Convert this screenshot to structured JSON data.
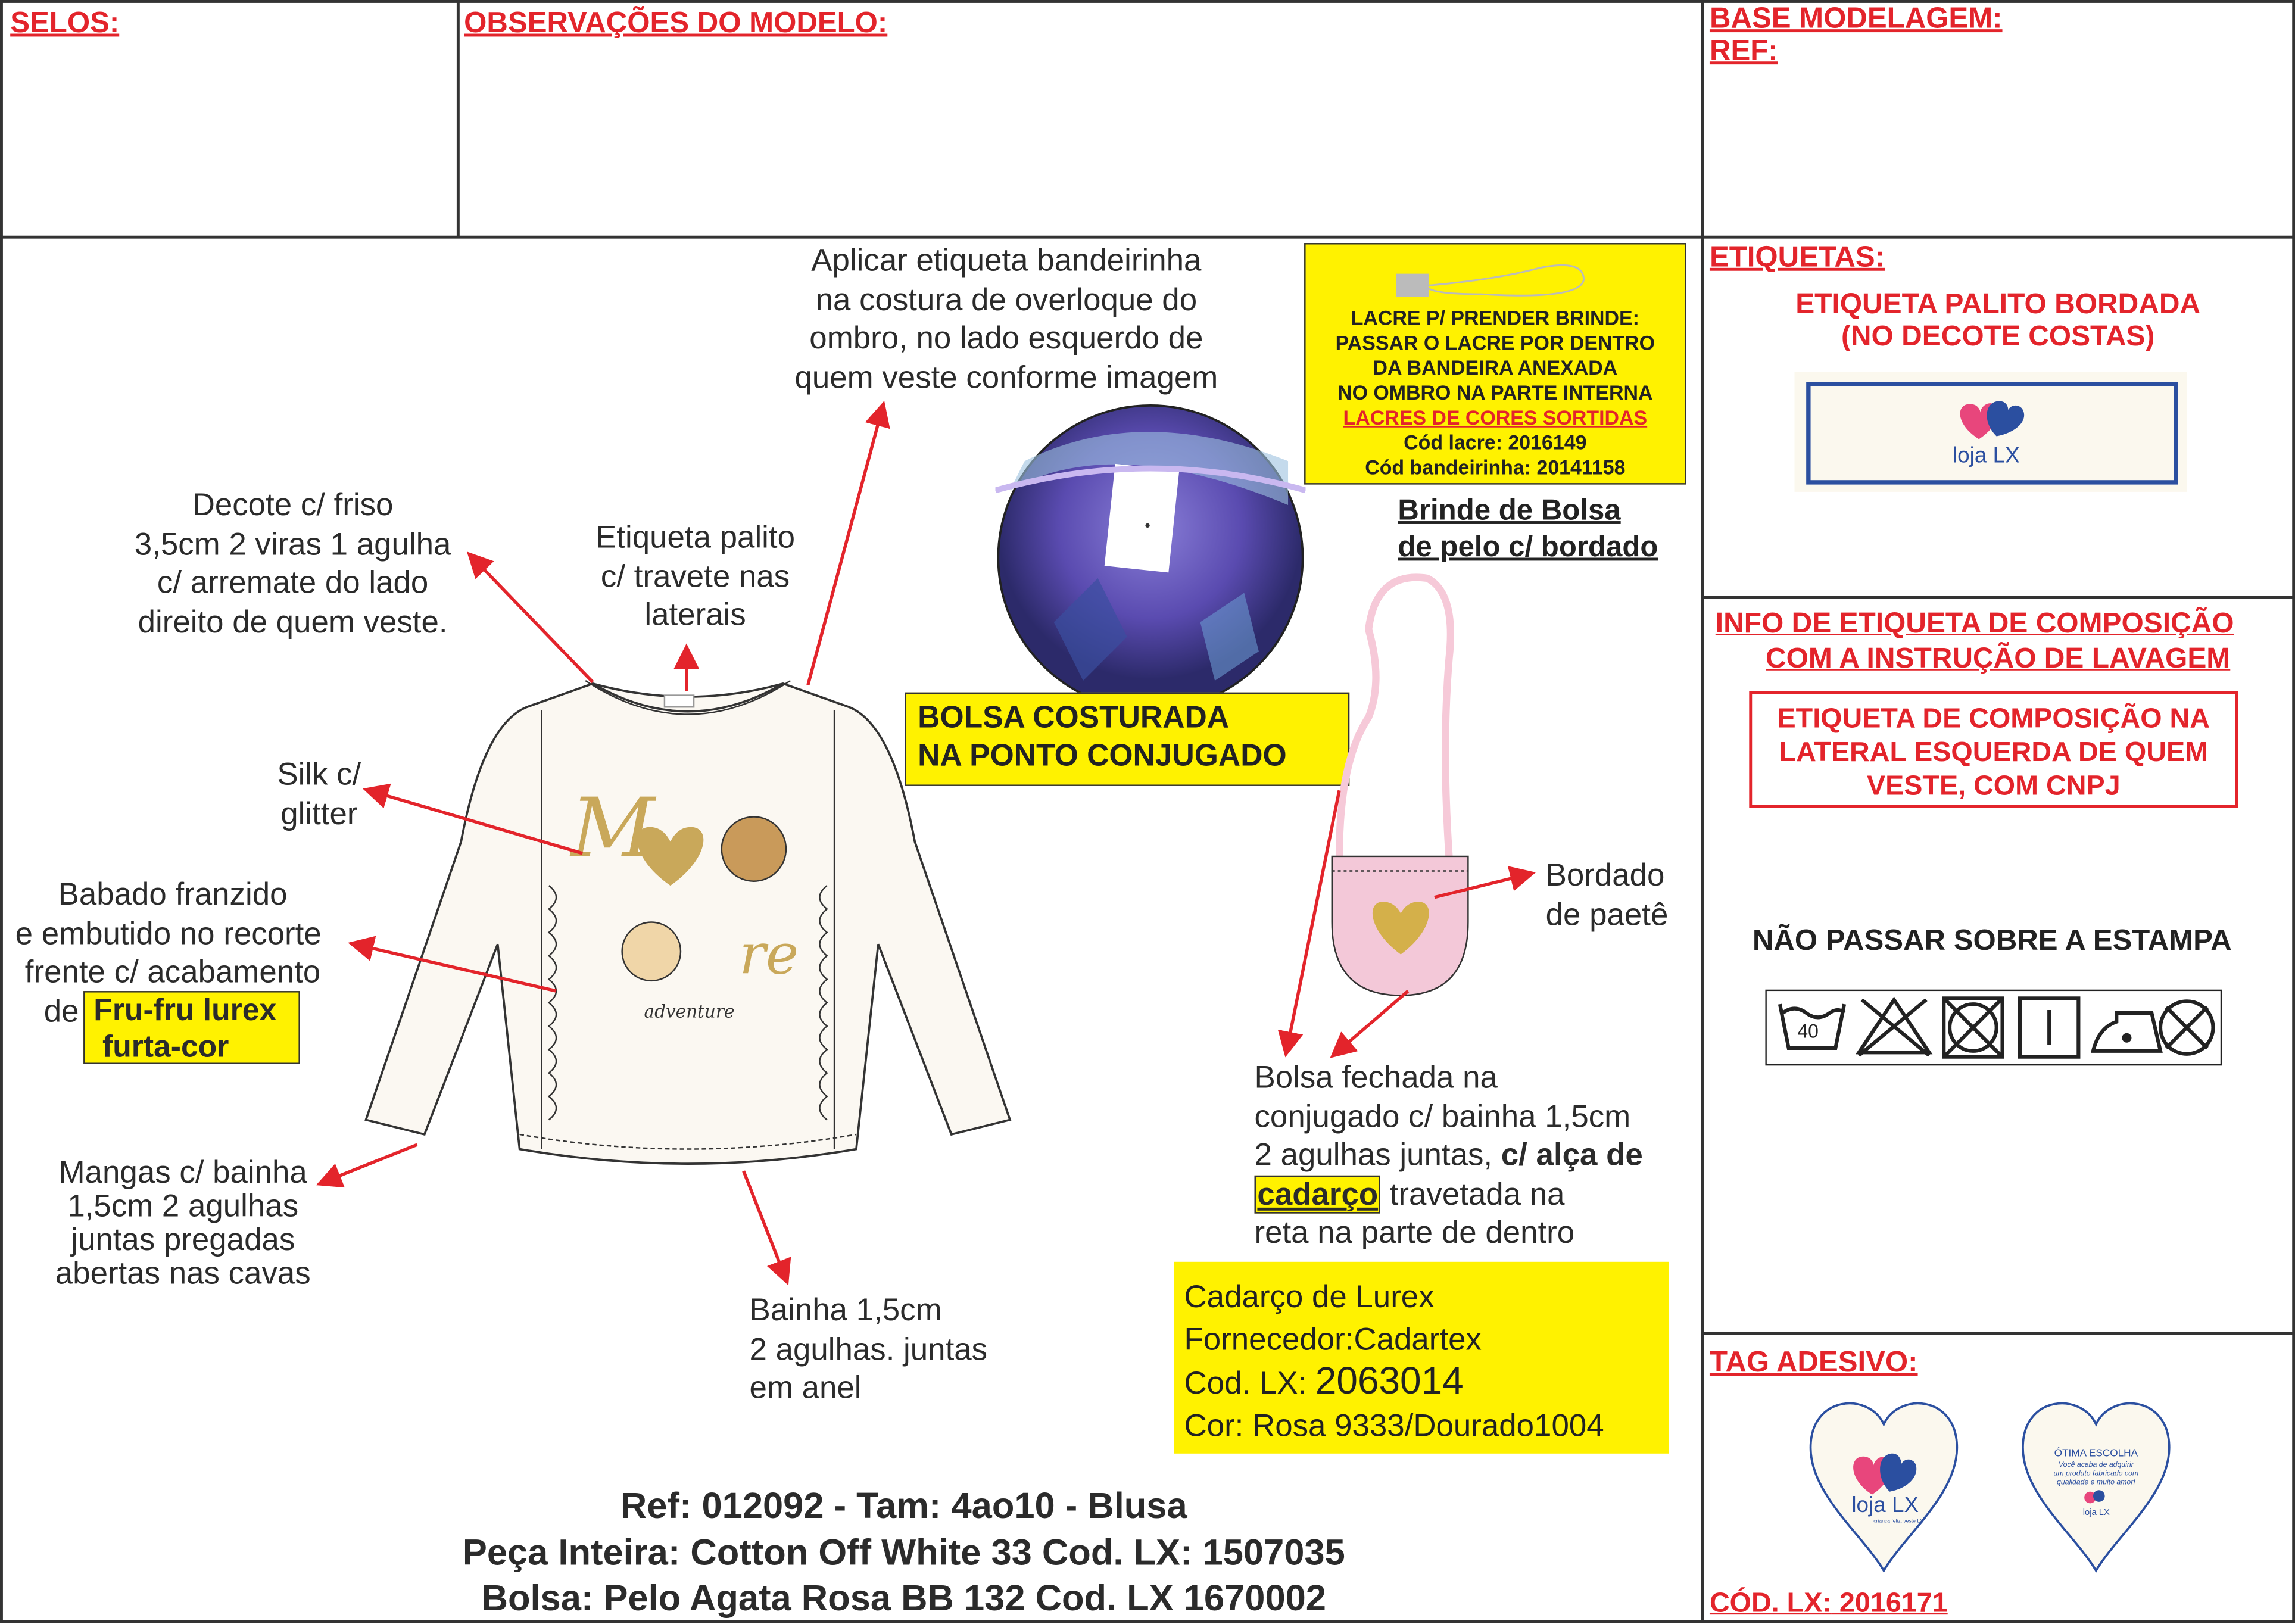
{
  "headers": {
    "selos": "SELOS:",
    "observacoes": "OBSERVAÇÕES DO MODELO:",
    "base_modelagem": "BASE MODELAGEM:",
    "ref": "REF:",
    "etiquetas": "ETIQUETAS:",
    "info_composicao_1": "INFO DE ETIQUETA DE COMPOSIÇÃO",
    "info_composicao_2": "COM A INSTRUÇÃO DE LAVAGEM",
    "tag_adesivo": "TAG ADESIVO:",
    "cod_lx_label": "CÓD. LX:",
    "cod_lx_value": "2016171"
  },
  "etiquetas": {
    "line1": "ETIQUETA PALITO BORDADA",
    "line2": "(NO DECOTE COSTAS)",
    "logo": "loja LX"
  },
  "composicao": {
    "box_lines": [
      "ETIQUETA DE COMPOSIÇÃO NA",
      "LATERAL ESQUERDA DE QUEM",
      "VESTE, COM CNPJ"
    ],
    "warning": "NÃO PASSAR SOBRE A ESTAMPA",
    "wash_temp": "40"
  },
  "tag": {
    "front_logo": "loja LX",
    "front_slogan": "criança feliz, veste LX",
    "back_title": "ÓTIMA ESCOLHA",
    "back_lines": [
      "Você acaba de adquirir",
      "um produto fabricado com",
      "qualidade e muito amor!"
    ]
  },
  "lacre_box": {
    "lines": [
      "LACRE P/ PRENDER BRINDE:",
      "PASSAR O LACRE POR DENTRO",
      "DA BANDEIRA ANEXADA",
      "NO OMBRO NA PARTE INTERNA"
    ],
    "red_line": "LACRES DE CORES SORTIDAS",
    "cod_lacre": "Cód lacre: 2016149",
    "cod_bandeirinha": "Cód bandeirinha: 20141158"
  },
  "brinde": [
    "Brinde de Bolsa",
    "de pelo c/ bordado"
  ],
  "notes": {
    "aplicar": [
      "Aplicar etiqueta bandeirinha",
      "na costura de overloque do",
      "ombro, no lado esquerdo de",
      "quem veste conforme imagem"
    ],
    "decote": [
      "Decote c/ friso",
      "3,5cm 2 viras 1 agulha",
      "c/ arremate do lado",
      "direito de quem veste."
    ],
    "etiqueta_palito": [
      "Etiqueta palito",
      "c/ travete nas",
      "laterais"
    ],
    "silk": [
      "Silk c/",
      "glitter"
    ],
    "babado": [
      "Babado franzido",
      "e embutido no recorte",
      "frente c/ acabamento"
    ],
    "babado_prefix": "de",
    "babado_highlight": [
      "Fru-fru lurex",
      "furta-cor"
    ],
    "mangas": [
      "Mangas c/ bainha",
      "1,5cm 2 agulhas",
      "juntas pregadas",
      "abertas nas cavas"
    ],
    "bainha": [
      "Bainha 1,5cm",
      "2 agulhas. juntas",
      "em anel"
    ],
    "bordado": [
      "Bordado",
      "de paetê"
    ],
    "bolsa_fechada_1": "Bolsa fechada na",
    "bolsa_fechada_2": "conjugado c/ bainha 1,5cm",
    "bolsa_fechada_3a": "2 agulhas juntas, ",
    "bolsa_fechada_3b": "c/ alça de",
    "bolsa_fechada_4a": "cadarço",
    "bolsa_fechada_4b": " travetada na",
    "bolsa_fechada_5": "reta na parte de dentro"
  },
  "bolsa_costurada": [
    "BOLSA COSTURADA",
    "NA PONTO CONJUGADO"
  ],
  "artwork": {
    "word1": "M",
    "word2": "re",
    "word3": "adventure"
  },
  "cadarco": {
    "line1": "Cadarço de Lurex",
    "line2": "Fornecedor:Cadartex",
    "line3_label": "Cod. LX: ",
    "line3_value": "2063014",
    "line4": "Cor: Rosa 9333/Dourado1004"
  },
  "footer": [
    "Ref: 012092 - Tam: 4ao10 - Blusa",
    "Peça Inteira: Cotton Off White 33 Cod. LX: 1507035",
    "Bolsa: Pelo Agata Rosa BB 132 Cod. LX 1670002"
  ],
  "colors": {
    "red": "#e3242b",
    "yellow": "#fff200",
    "blue": "#2b4fa0",
    "pink": "#e8467c"
  }
}
